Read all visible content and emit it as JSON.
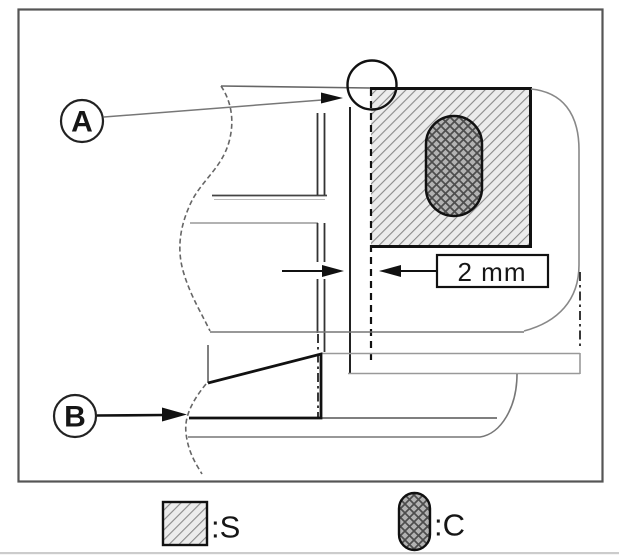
{
  "figure": {
    "type": "technical-sectional-diagram",
    "callouts": {
      "a": {
        "label": "A"
      },
      "b": {
        "label": "B"
      }
    },
    "dimension": {
      "label": "2 mm"
    },
    "legend": [
      {
        "symbol": "diagonal-hatch-square",
        "label": ":S"
      },
      {
        "symbol": "crosshatch-pill",
        "label": ":C"
      }
    ],
    "colors": {
      "line": "#111111",
      "soft_line": "#777777",
      "panel_gray": "#999999",
      "frame": "#555555",
      "hatch_bg": "#ececec",
      "hatch_line": "#8a8a8a",
      "crosshatch_bg": "#b2b2b2",
      "crosshatch_line": "#4d4d4d",
      "separator": "#cccccc",
      "dim_box_bg": "#ffffff"
    }
  }
}
